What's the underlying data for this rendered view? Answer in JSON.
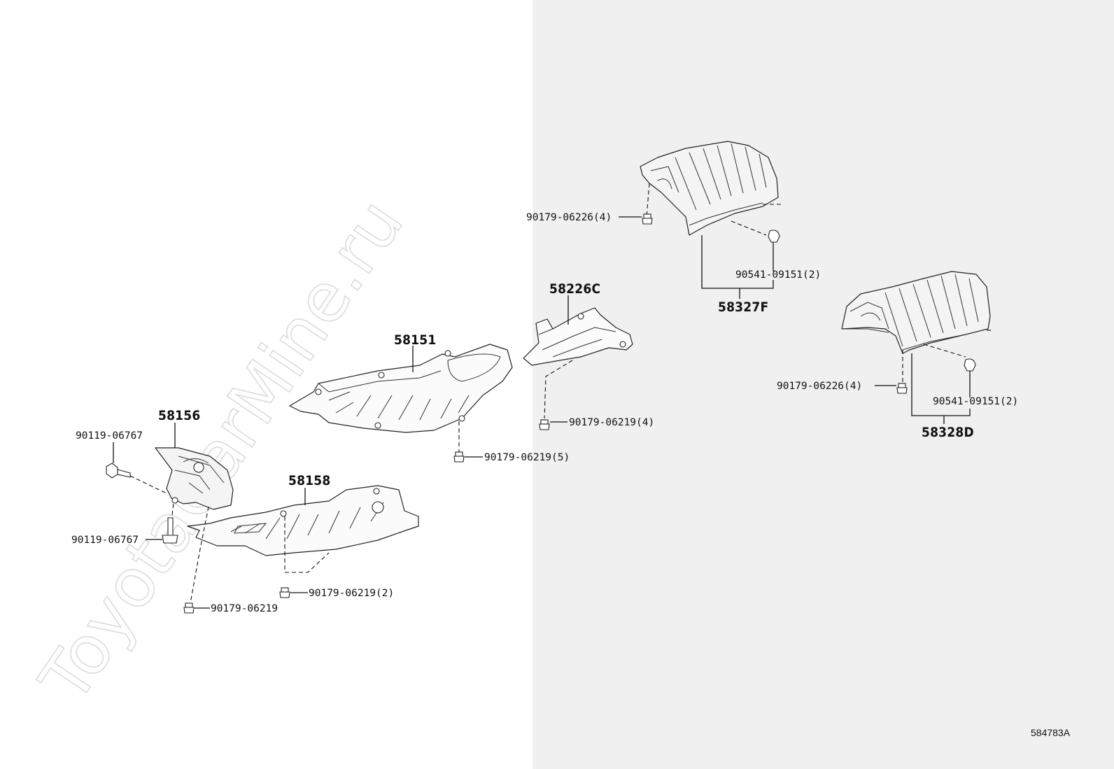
{
  "watermark": "ToyotaCarMine.ru",
  "diagram_code": "584783A",
  "parts": {
    "p58151": "58151",
    "p58156": "58156",
    "p58158": "58158",
    "p58226c": "58226C",
    "p58327f": "58327F",
    "p58328d": "58328D"
  },
  "fasteners": {
    "bolt_upper": "90119-06767",
    "bolt_lower": "90119-06767",
    "clip_58151": "90179-06219(5)",
    "clip_58158": "90179-06219(2)",
    "clip_58156": "90179-06219",
    "clip_58226c": "90179-06219(4)",
    "nut_58327f": "90179-06226(4)",
    "grommet_58327f": "90541-09151(2)",
    "nut_58328d": "90179-06226(4)",
    "grommet_58328d": "90541-09151(2)"
  },
  "colors": {
    "background_left": "#ffffff",
    "background_right": "#f0f0f0",
    "ink": "#111111",
    "watermark": "#dcdcdc"
  }
}
